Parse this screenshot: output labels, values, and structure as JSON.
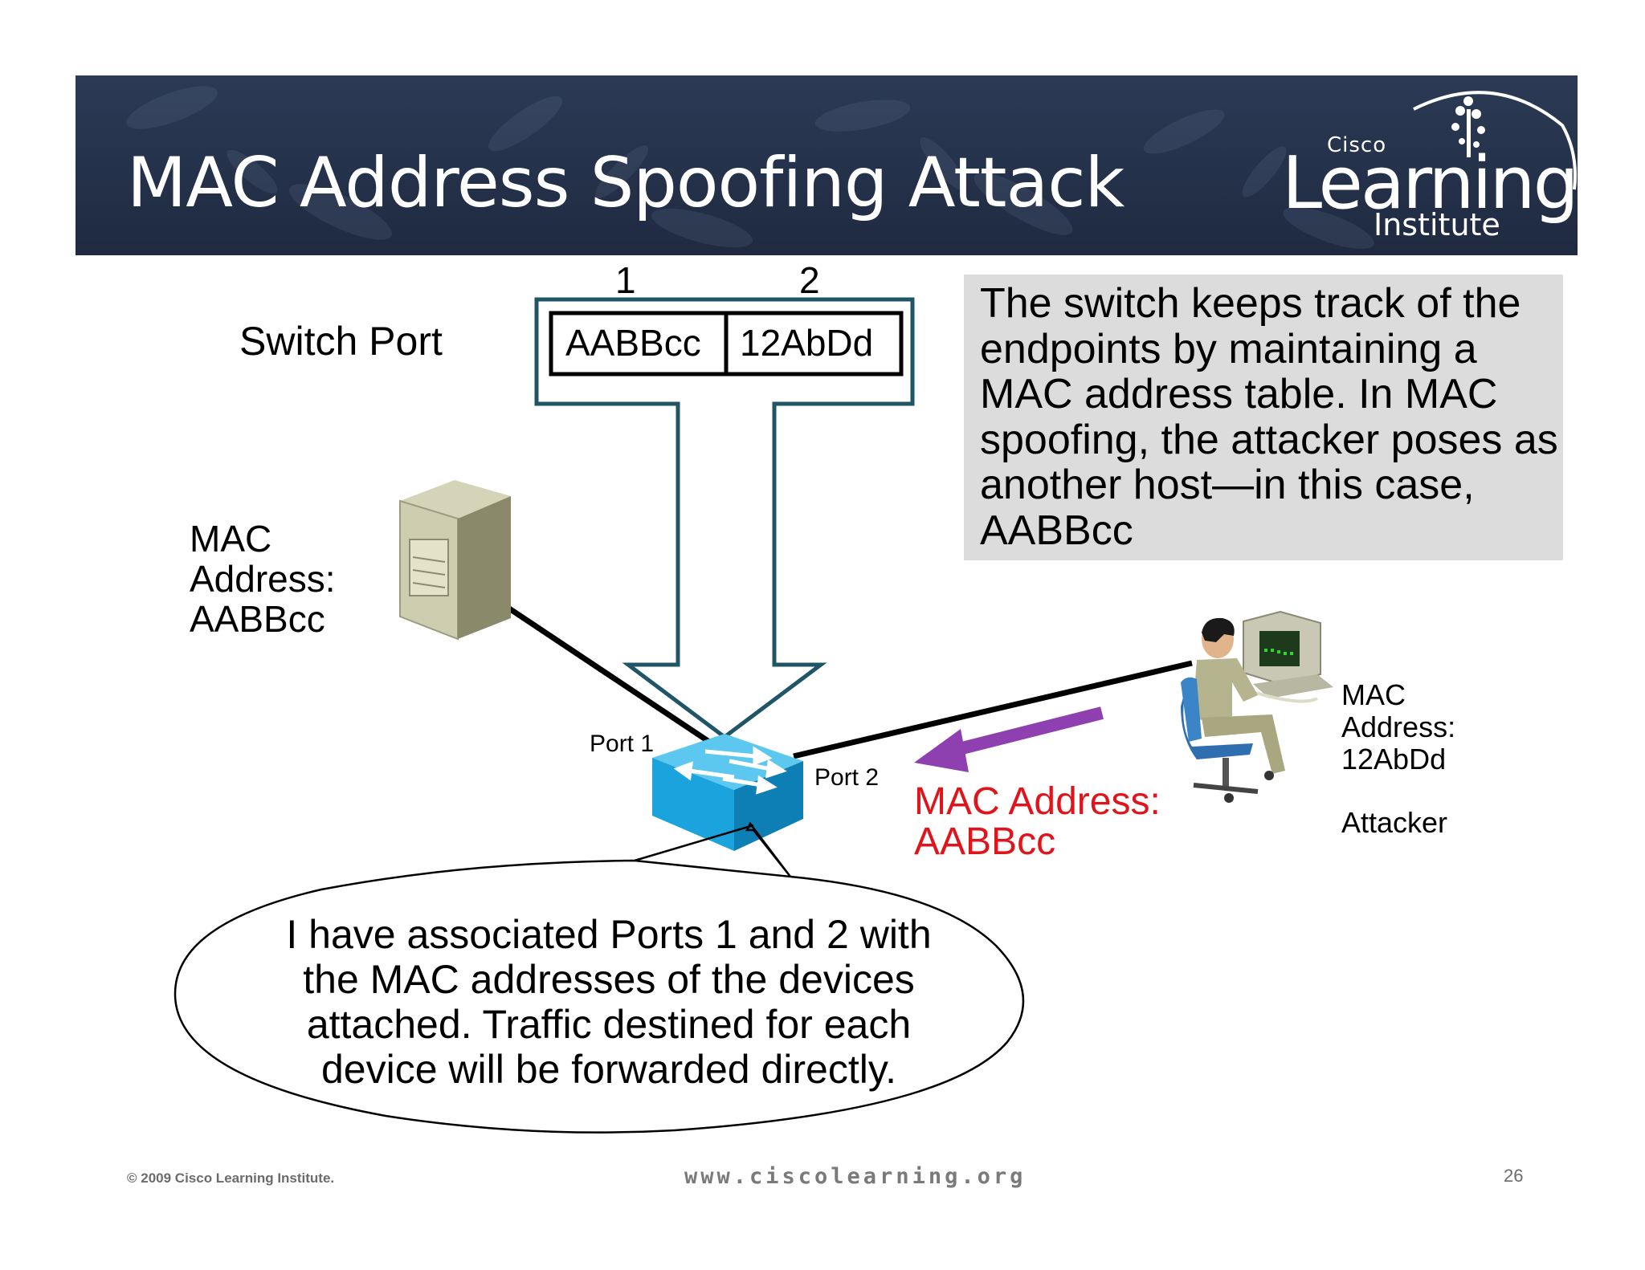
{
  "slide": {
    "title": "MAC Address Spoofing Attack",
    "page_number": "26"
  },
  "logo": {
    "brand_small": "Cisco",
    "brand_large": "Learning",
    "brand_sub": "Institute"
  },
  "table": {
    "row_label": "Switch Port",
    "columns": [
      "1",
      "2"
    ],
    "cells": [
      "AABBcc",
      "12AbDd"
    ]
  },
  "info_box": {
    "text": "The switch keeps track of the endpoints by maintaining a MAC address table. In MAC spoofing, the attacker poses as another host—in this case, AABBcc"
  },
  "server": {
    "mac_lines": [
      "MAC",
      "Address:",
      "AABBcc"
    ]
  },
  "attacker": {
    "mac_lines": [
      "MAC",
      "Address:",
      "12AbDd"
    ],
    "label": "Attacker"
  },
  "ports": {
    "port1": "Port 1",
    "port2": "Port 2"
  },
  "spoofed": {
    "lines": [
      "MAC Address:",
      "AABBcc"
    ]
  },
  "bubble": {
    "lines": [
      "I have associated Ports 1 and 2 with",
      "the MAC addresses of the devices",
      "attached. Traffic destined for each",
      "device will be forwarded directly."
    ]
  },
  "footer": {
    "copyright": "© 2009 Cisco Learning Institute.",
    "url": "www.ciscolearning.org"
  },
  "colors": {
    "header_bg": "#25324b",
    "table_frame": "#1f5566",
    "switch_blue": "#1aa3dd",
    "spoof_arrow": "#8e3fb0",
    "spoof_text": "#e0141a",
    "info_box_bg": "#dcdcdc"
  }
}
